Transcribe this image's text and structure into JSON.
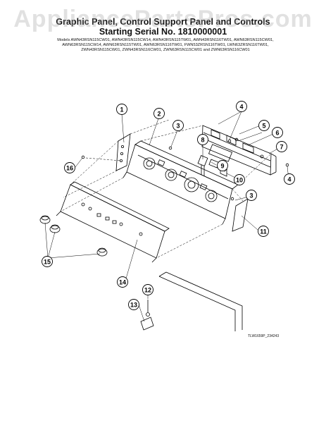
{
  "watermark": "AppliancePartsPros.com",
  "title": {
    "line1": "Graphic Panel, Control Support Panel and Controls",
    "line2": "Starting Serial No. 1810000001"
  },
  "models": {
    "line1": "Models AWN43RSN115CW01, AWN43RSN115CW14, AWN43RSN115TW01, AWN43RSN116TW01, AWN63RSN115CW01,",
    "line2": "AWN63RSN115CW14, AWN63RSN115TW01, AWN63RSN116TW01, FWN53ZRSN116TW01, LWN63ZRSN116TW01,",
    "line3": "ZWN43RSN115CW01, ZWN43RSN116CW01, ZWN63RSN115CW01 and ZWN63RSN116CW01"
  },
  "callouts": {
    "c1": "1",
    "c2": "2",
    "c3a": "3",
    "c3b": "3",
    "c4a": "4",
    "c4b": "4",
    "c5": "5",
    "c6": "6",
    "c7": "7",
    "c8": "8",
    "c9": "9",
    "c10": "10",
    "c11": "11",
    "c12": "12",
    "c13": "13",
    "c14": "14",
    "c15": "15",
    "c16": "16"
  },
  "figure_code": "TLW1659P_234243"
}
